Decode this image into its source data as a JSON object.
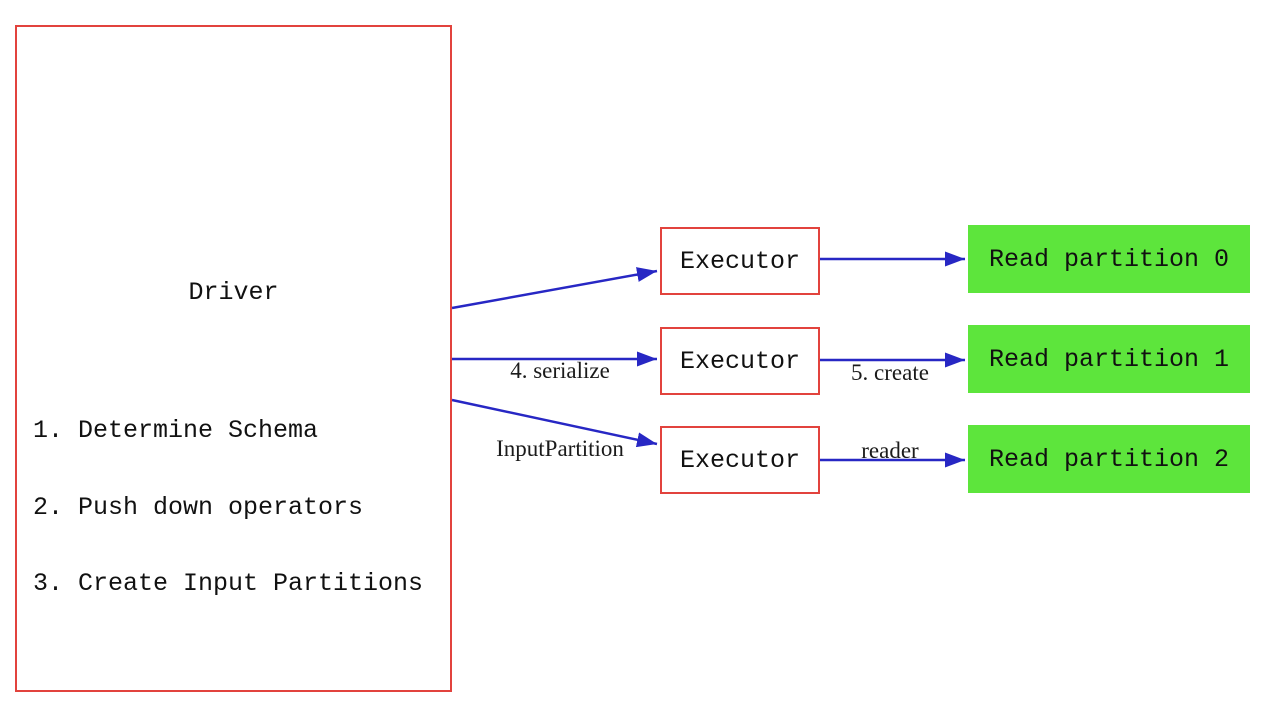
{
  "driver": {
    "title": "Driver",
    "steps": [
      "1. Determine Schema",
      "2. Push down operators",
      "3. Create Input Partitions"
    ]
  },
  "executors": [
    {
      "label": "Executor"
    },
    {
      "label": "Executor"
    },
    {
      "label": "Executor"
    }
  ],
  "partitions": [
    {
      "label": "Read partition 0"
    },
    {
      "label": "Read partition 1"
    },
    {
      "label": "Read partition 2"
    }
  ],
  "arrow_labels": {
    "serialize": [
      "4. serialize",
      "InputPartition"
    ],
    "create_reader": [
      "5. create",
      "reader"
    ]
  },
  "colors": {
    "box_border": "#e2433d",
    "arrow": "#2727c4",
    "partition_fill": "#5de53c"
  }
}
